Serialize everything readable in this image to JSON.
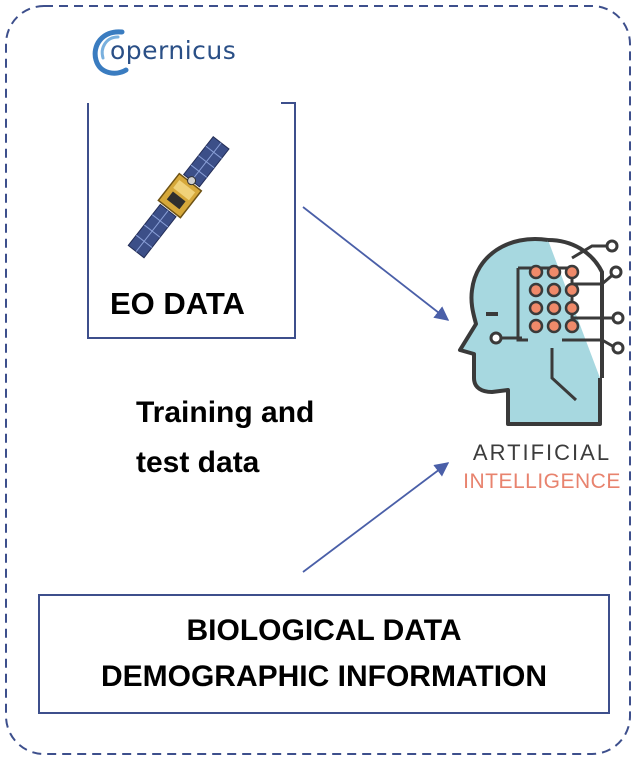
{
  "logo": {
    "text": "opernicus"
  },
  "eo_box": {
    "label": "EO DATA"
  },
  "training": {
    "line1": "Training and",
    "line2": "test data"
  },
  "ai": {
    "word1": "ARTIFICIAL",
    "word2": "INTELLIGENCE",
    "word2_color": "#e8836e"
  },
  "bio_box": {
    "line1": "BIOLOGICAL DATA",
    "line2": "DEMOGRAPHIC INFORMATION"
  },
  "colors": {
    "frame": "#3d4f8c",
    "arrow": "#4a5fa8",
    "head_fill": "#a7d8e0",
    "circuit_fill": "#ef8a6a",
    "outline": "#3a3a3a"
  },
  "icons": {
    "satellite": "satellite-icon",
    "ai": "ai-head-icon",
    "logo": "copernicus-logo-icon"
  }
}
